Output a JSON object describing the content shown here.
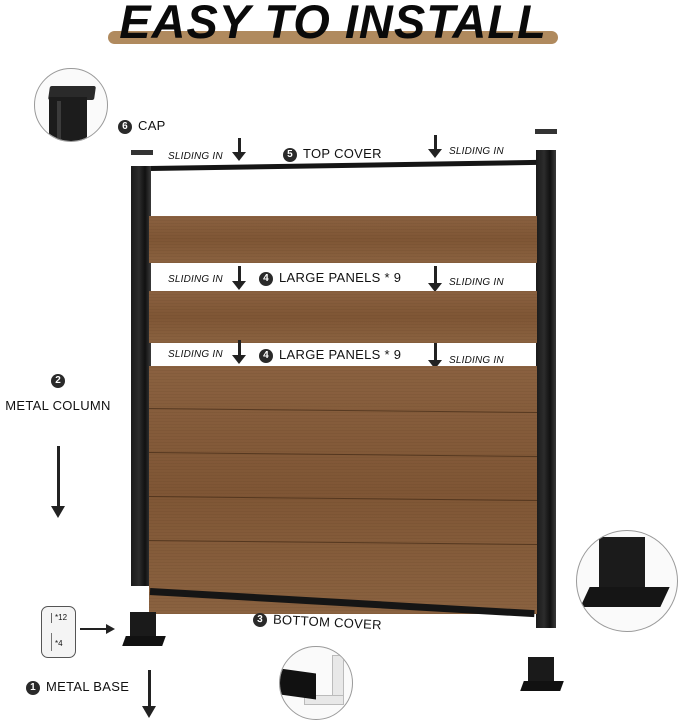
{
  "header": {
    "title": "EASY TO INSTALL",
    "underline_color": "#b08a5e"
  },
  "parts": {
    "cap": {
      "number": "6",
      "label": "CAP"
    },
    "top_cover": {
      "number": "5",
      "label": "TOP COVER"
    },
    "large_panels_1": {
      "number": "4",
      "label": "LARGE PANELS * 9"
    },
    "large_panels_2": {
      "number": "4",
      "label": "LARGE PANELS * 9"
    },
    "metal_column": {
      "number": "2",
      "label": "METAL COLUMN"
    },
    "bottom_cover": {
      "number": "3",
      "label": "BOTTOM COVER"
    },
    "metal_base": {
      "number": "1",
      "label": "METAL BASE"
    }
  },
  "sliding": {
    "top_left": "SLIDING IN",
    "top_right": "SLIDING IN",
    "mid1_left": "SLIDING IN",
    "mid1_right": "SLIDING IN",
    "mid2_left": "SLIDING IN",
    "mid2_right": "SLIDING IN"
  },
  "screws": {
    "long_count": "*12",
    "short_count": "*4"
  },
  "colors": {
    "wood": "#83593a",
    "metal": "#151515",
    "accent": "#b08a5e"
  }
}
